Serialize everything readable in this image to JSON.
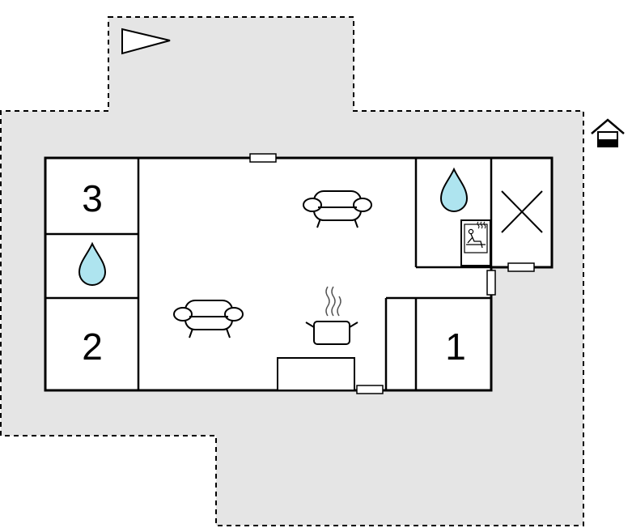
{
  "floorplan": {
    "rooms": [
      {
        "id": "bedroom-3",
        "label": "3"
      },
      {
        "id": "bedroom-2",
        "label": "2"
      },
      {
        "id": "bedroom-1",
        "label": "1"
      }
    ],
    "icons": [
      "north-arrow-icon",
      "house-entrance-icon",
      "water-drop-icon",
      "sauna-icon",
      "sofa-icon",
      "cooking-pot-icon",
      "cross-icon",
      "door-icon"
    ],
    "colors": {
      "terrace": "#e5e5e5",
      "wall": "#000000",
      "floor": "#ffffff",
      "water": "#aee4ef"
    }
  }
}
